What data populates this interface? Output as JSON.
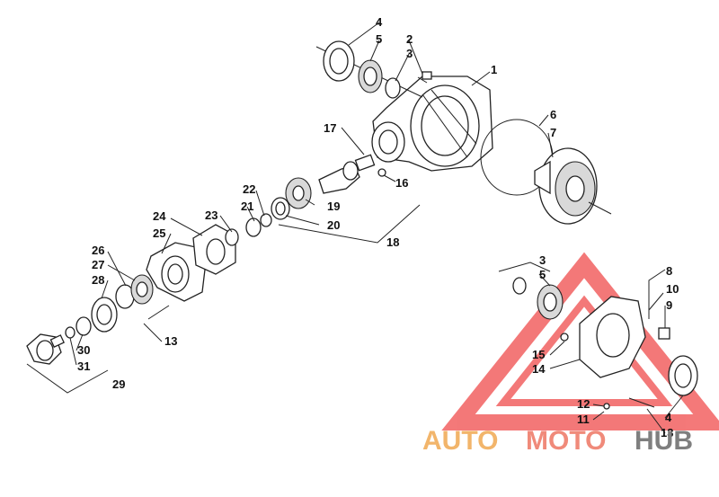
{
  "callouts": {
    "c1": "1",
    "c2": "2",
    "c3a": "3",
    "c4a": "4",
    "c5a": "5",
    "c6": "6",
    "c7": "7",
    "c16": "16",
    "c17": "17",
    "c18": "18",
    "c19": "19",
    "c20": "20",
    "c21": "21",
    "c22": "22",
    "c23": "23",
    "c24": "24",
    "c25": "25",
    "c26": "26",
    "c27": "27",
    "c28": "28",
    "c13a": "13",
    "c30": "30",
    "c31": "31",
    "c29": "29",
    "c3b": "3",
    "c5b": "5",
    "c8": "8",
    "c10": "10",
    "c9": "9",
    "c15": "15",
    "c14": "14",
    "c12": "12",
    "c11": "11",
    "c4b": "4",
    "c13b": "13"
  },
  "watermark": {
    "auto": "AUTO",
    "moto": "MOTO",
    "hub": "HUB",
    "color_auto": "#f2b56b",
    "color_moto": "#f08a7a",
    "color_hub": "#7f7f7f",
    "triangle_color": "#f04c4c"
  }
}
